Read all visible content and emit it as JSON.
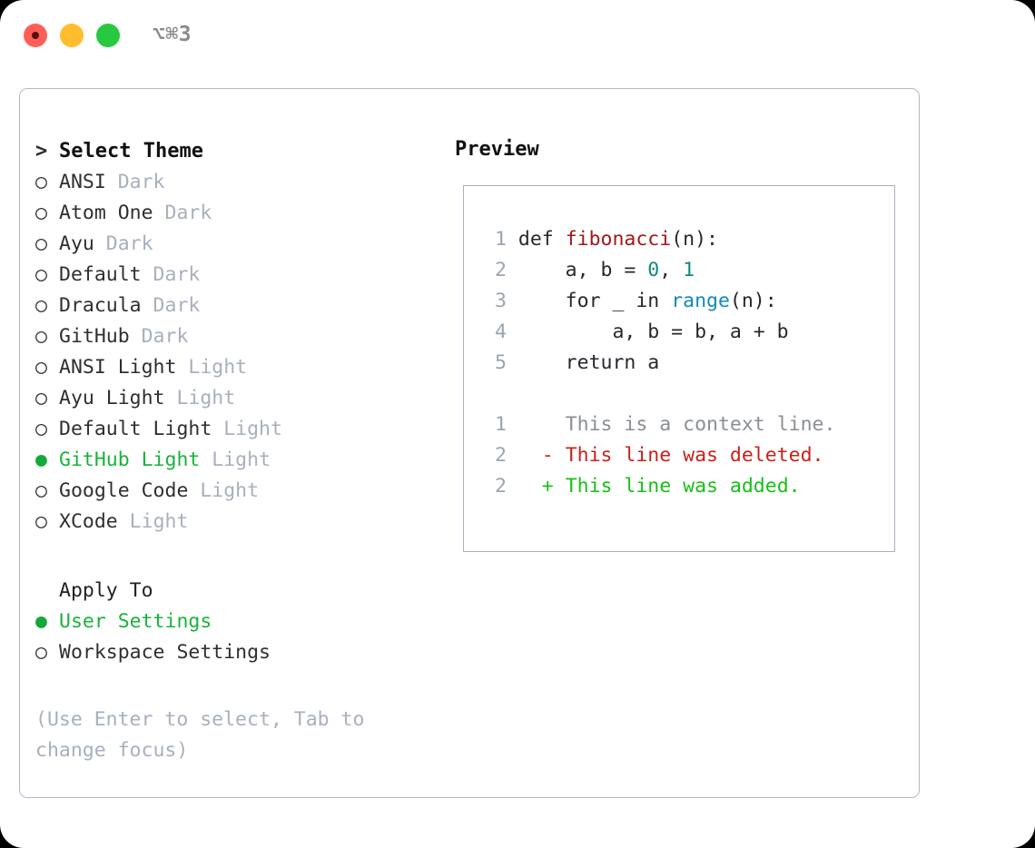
{
  "titlebar": {
    "shortcut": "⌥⌘3",
    "buttons": [
      {
        "name": "close",
        "color": "#ff5f56"
      },
      {
        "name": "minimize",
        "color": "#ffbd2e"
      },
      {
        "name": "maximize",
        "color": "#27c93f"
      }
    ]
  },
  "theme_picker": {
    "header": "Select Theme",
    "header_marker": ">",
    "marker_unselected": "○",
    "marker_selected": "●",
    "items": [
      {
        "label": "ANSI",
        "variant": "Dark",
        "selected": false
      },
      {
        "label": "Atom One",
        "variant": "Dark",
        "selected": false
      },
      {
        "label": "Ayu",
        "variant": "Dark",
        "selected": false
      },
      {
        "label": "Default",
        "variant": "Dark",
        "selected": false
      },
      {
        "label": "Dracula",
        "variant": "Dark",
        "selected": false
      },
      {
        "label": "GitHub",
        "variant": "Dark",
        "selected": false
      },
      {
        "label": "ANSI Light",
        "variant": "Light",
        "selected": false
      },
      {
        "label": "Ayu Light",
        "variant": "Light",
        "selected": false
      },
      {
        "label": "Default Light",
        "variant": "Light",
        "selected": false
      },
      {
        "label": "GitHub Light",
        "variant": "Light",
        "selected": true
      },
      {
        "label": "Google Code",
        "variant": "Light",
        "selected": false
      },
      {
        "label": "XCode",
        "variant": "Light",
        "selected": false
      }
    ]
  },
  "apply_to": {
    "header": "Apply To",
    "items": [
      {
        "label": "User Settings",
        "selected": true
      },
      {
        "label": "Workspace Settings",
        "selected": false
      }
    ]
  },
  "help": {
    "text": "(Use Enter to select, Tab to change focus)"
  },
  "preview": {
    "title": "Preview",
    "code_lines": [
      {
        "num": "1",
        "tokens": [
          {
            "text": "def ",
            "kind": "plain"
          },
          {
            "text": "fibonacci",
            "kind": "func"
          },
          {
            "text": "(n):",
            "kind": "plain"
          }
        ]
      },
      {
        "num": "2",
        "tokens": [
          {
            "text": "    a, b = ",
            "kind": "plain"
          },
          {
            "text": "0",
            "kind": "num"
          },
          {
            "text": ", ",
            "kind": "plain"
          },
          {
            "text": "1",
            "kind": "num"
          }
        ]
      },
      {
        "num": "3",
        "tokens": [
          {
            "text": "    for _ in ",
            "kind": "plain"
          },
          {
            "text": "range",
            "kind": "builtin"
          },
          {
            "text": "(n):",
            "kind": "plain"
          }
        ]
      },
      {
        "num": "4",
        "tokens": [
          {
            "text": "        a, b = b, a + b",
            "kind": "plain"
          }
        ]
      },
      {
        "num": "5",
        "tokens": [
          {
            "text": "    return a",
            "kind": "plain"
          }
        ]
      }
    ],
    "diff_lines": [
      {
        "num": "1",
        "marker": " ",
        "text": "This is a context line.",
        "kind": "ctx"
      },
      {
        "num": "2",
        "marker": "-",
        "text": "This line was deleted.",
        "kind": "del"
      },
      {
        "num": "2",
        "marker": "+",
        "text": "This line was added.",
        "kind": "add"
      }
    ]
  },
  "colors": {
    "accent_green": "#18b33c",
    "muted": "#a8b0bd",
    "diff_add": "#17c019",
    "diff_del": "#c8221b",
    "token_func": "#a0191b",
    "token_num": "#0b8a7c",
    "token_builtin": "#1289b8",
    "panel_border": "#b2bac6"
  }
}
